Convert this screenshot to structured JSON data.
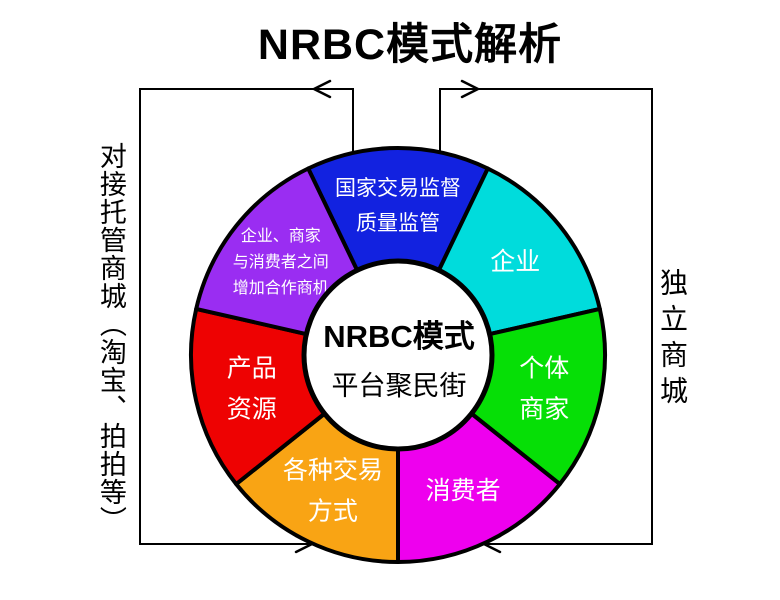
{
  "title": "NRBC模式解析",
  "center": {
    "line1": "NRBC模式",
    "line2": "平台聚民街"
  },
  "side_labels": {
    "left": "对接托管商城（淘宝、拍拍等）",
    "right": "独立商城"
  },
  "donut": {
    "outline_color": "#000000",
    "text_color": "#ffffff",
    "segments": [
      {
        "id": "state-supervision",
        "label_lines": [
          "国家交易监督",
          "质量监管"
        ],
        "color": "#1222E0"
      },
      {
        "id": "enterprise",
        "label_lines": [
          "企业"
        ],
        "color": "#00DCDC"
      },
      {
        "id": "individual-merchants",
        "label_lines": [
          "个体",
          "商家"
        ],
        "color": "#06DF06"
      },
      {
        "id": "consumers",
        "label_lines": [
          "消费者"
        ],
        "color": "#EE00EE"
      },
      {
        "id": "trade-methods",
        "label_lines": [
          "各种交易",
          "方式"
        ],
        "color": "#F9A414"
      },
      {
        "id": "product-resources",
        "label_lines": [
          "产品",
          "资源"
        ],
        "color": "#EE0202"
      },
      {
        "id": "cooperation",
        "label_lines": [
          "企业、商家",
          "与消费者之间",
          "增加合作商机"
        ],
        "color": "#9A2DF2"
      }
    ]
  }
}
